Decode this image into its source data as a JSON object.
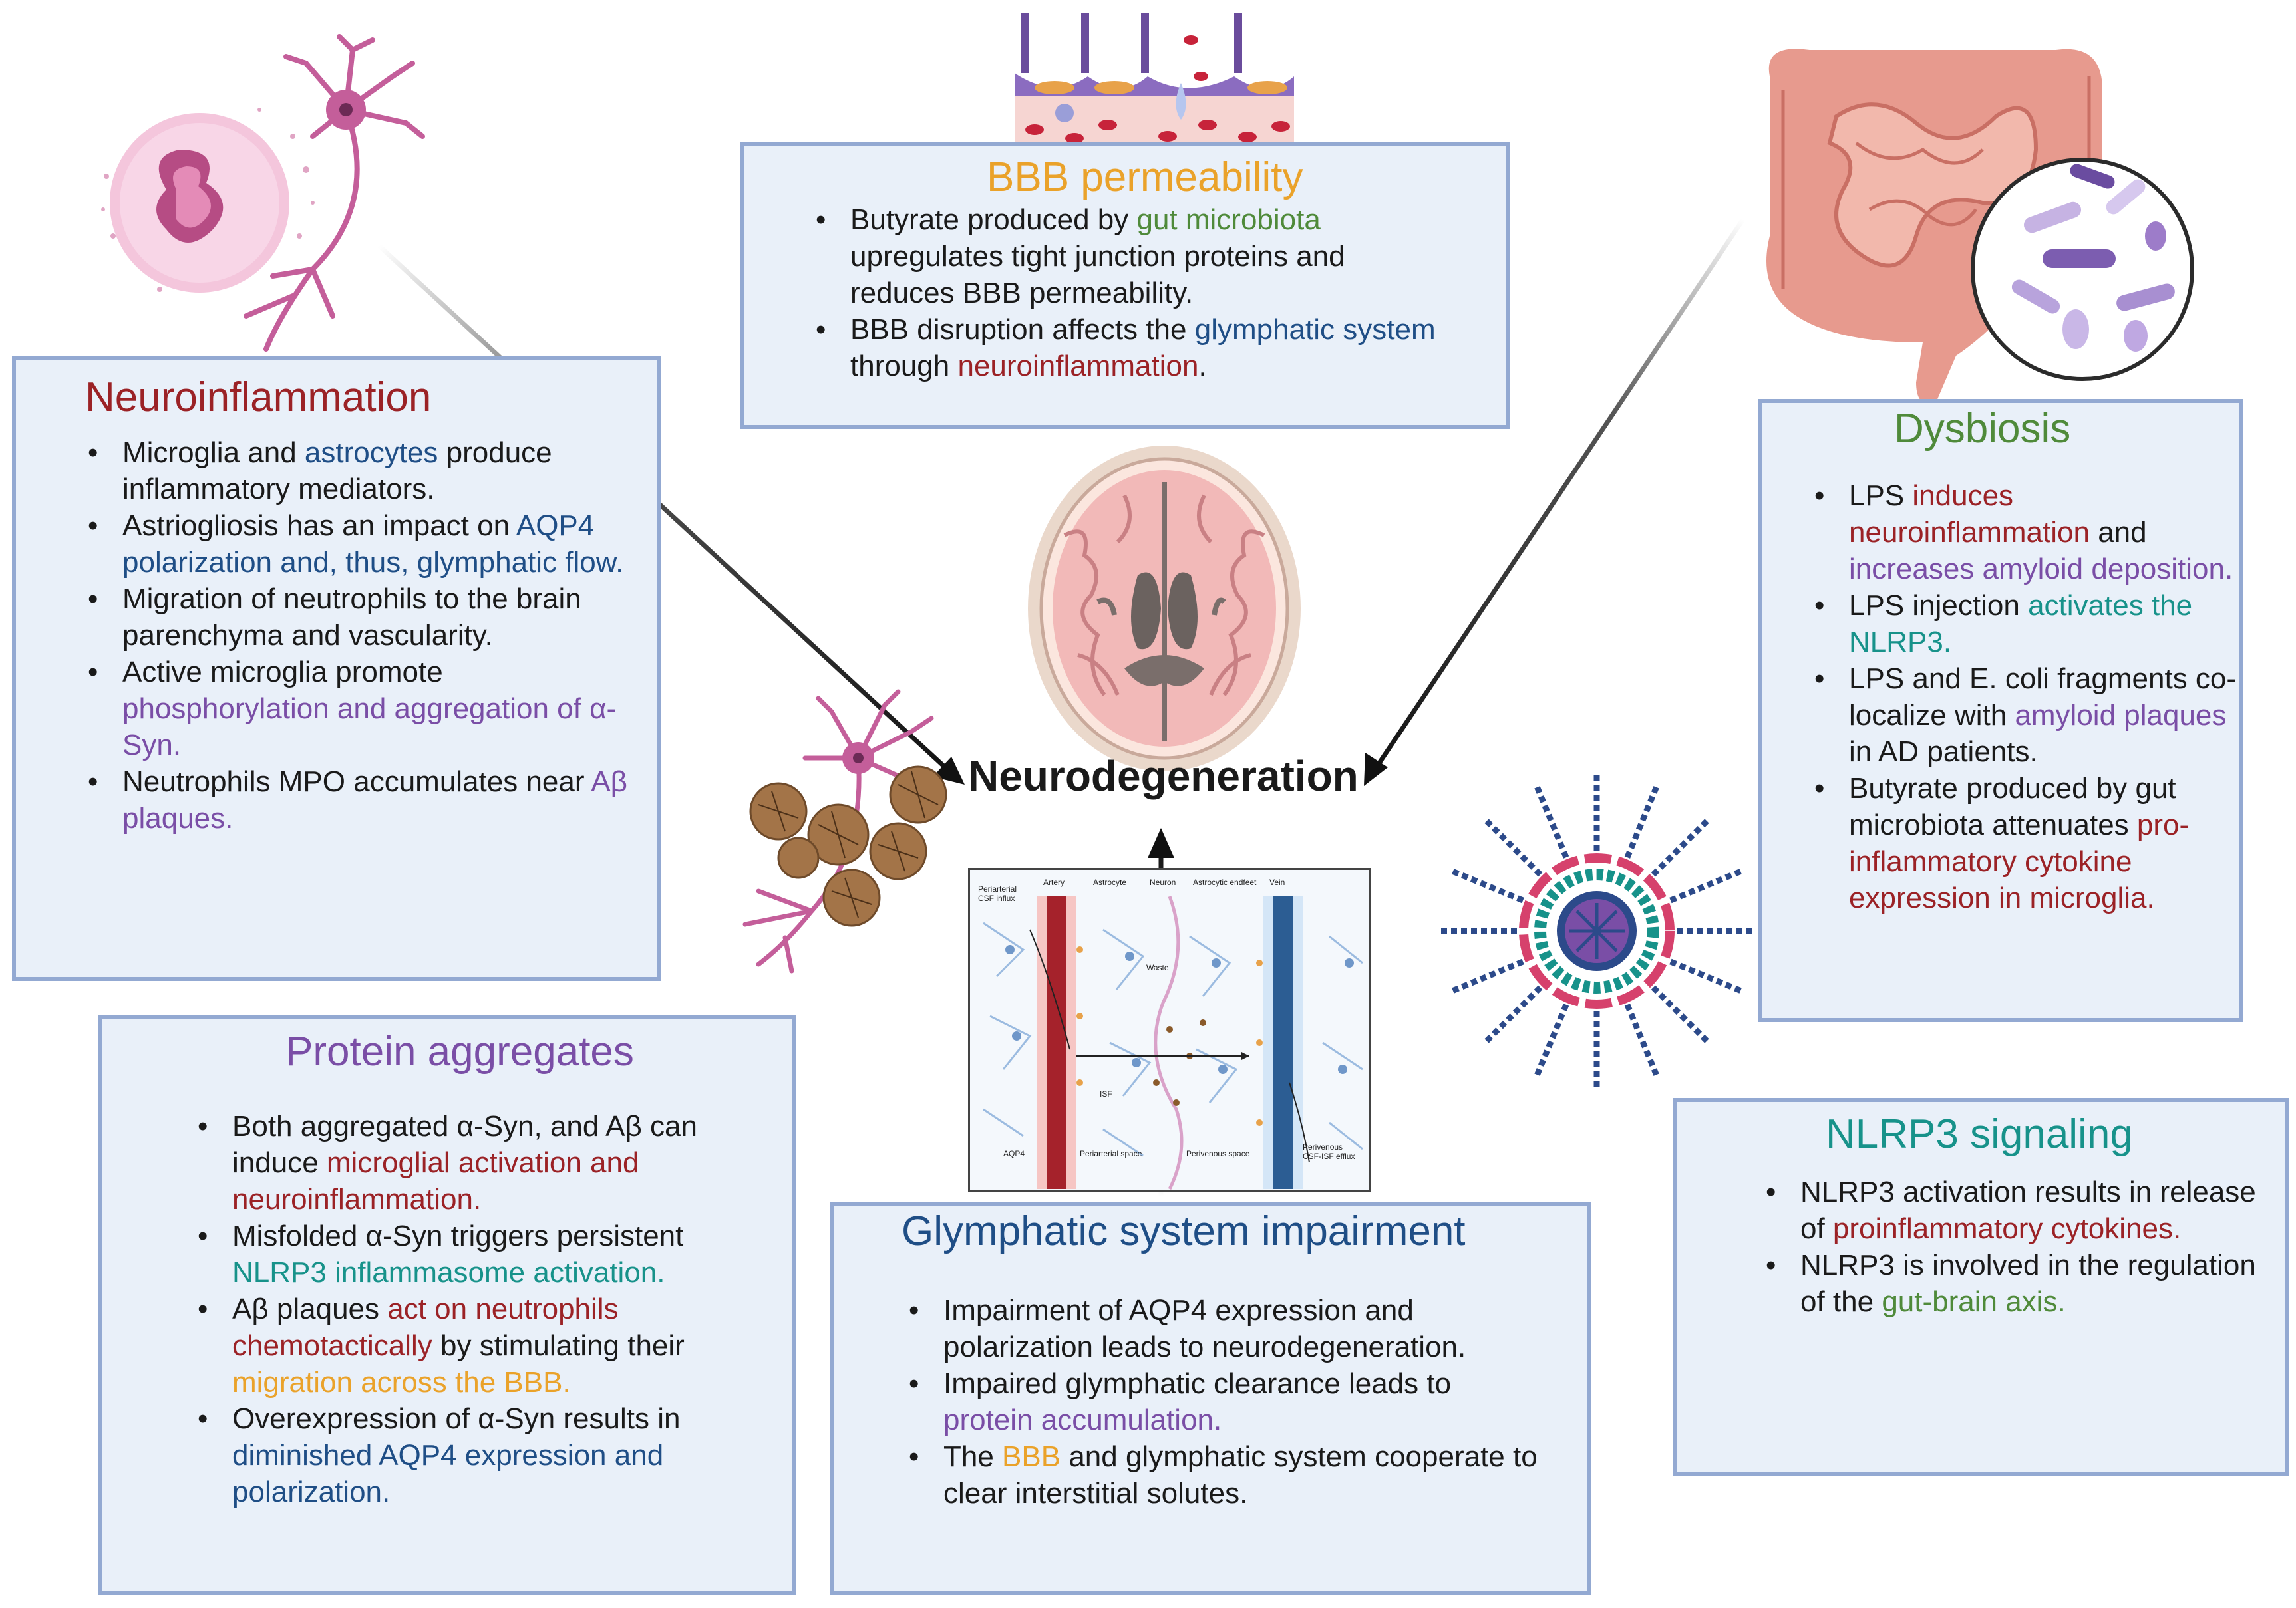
{
  "center": {
    "title": "Neurodegeneration"
  },
  "colors": {
    "panel_fill": "#e9f0f9",
    "panel_border": "#93a9d2",
    "red": "#9b2226",
    "blue": "#1f4e86",
    "purple": "#7a4ea6",
    "teal": "#17928a",
    "green": "#4f8a3a",
    "orange": "#eaa22a"
  },
  "bbb": {
    "title": "BBB permeability",
    "b1": {
      "s1": "Butyrate produced by ",
      "s2": "gut microbiota",
      "s3": " upregulates tight junction proteins and reduces BBB permeability."
    },
    "b2": {
      "s1": "BBB disruption affects the ",
      "s2": "glymphatic system",
      "s3": " through ",
      "s4": "neuroinflammation",
      "s5": "."
    }
  },
  "neuroinflammation": {
    "title": "Neuroinflammation",
    "b1": {
      "s1": "Microglia and ",
      "s2": "astrocytes",
      "s3": " produce inflammatory mediators."
    },
    "b2": {
      "s1": "Astriogliosis has an impact on ",
      "s2": "AQP4 polarization and, thus, glymphatic flow."
    },
    "b3": {
      "s1": "Migration of neutrophils to the brain parenchyma and vascularity."
    },
    "b4": {
      "s1": "Active microglia promote ",
      "s2": "phosphorylation and aggregation of α-Syn."
    },
    "b5": {
      "s1": "Neutrophils MPO accumulates near ",
      "s2": "Aβ plaques."
    }
  },
  "dysbiosis": {
    "title": "Dysbiosis",
    "b1": {
      "s1": "LPS ",
      "s2": "induces neuroinflammation",
      "s3": " and ",
      "s4": "increases amyloid deposition."
    },
    "b2": {
      "s1": "LPS injection ",
      "s2": "activates the NLRP3."
    },
    "b3": {
      "s1": "LPS and E. coli fragments co-localize with ",
      "s2": "amyloid plaques",
      "s3": " in AD patients."
    },
    "b4": {
      "s1": "Butyrate produced by gut microbiota attenuates ",
      "s2": "pro-inflammatory cytokine expression in microglia."
    }
  },
  "protein": {
    "title": "Protein aggregates",
    "b1": {
      "s1": "Both aggregated α-Syn, and Aβ can induce ",
      "s2": "microglial activation and neuroinflammation."
    },
    "b2": {
      "s1": "Misfolded α-Syn triggers persistent ",
      "s2": "NLRP3 inflammasome activation."
    },
    "b3": {
      "s1": "Aβ plaques ",
      "s2": "act on neutrophils chemotactically",
      "s3": " by stimulating their ",
      "s4": "migration across the BBB."
    },
    "b4": {
      "s1": "Overexpression of α-Syn results in ",
      "s2": "diminished AQP4 expression and polarization."
    }
  },
  "glymphatic": {
    "title": "Glymphatic system impairment",
    "b1": {
      "s1": "Impairment of AQP4 expression and polarization leads to neurodegeneration."
    },
    "b2": {
      "s1": "Impaired glymphatic clearance leads to ",
      "s2": "protein accumulation."
    },
    "b3": {
      "s1": "The ",
      "s2": "BBB",
      "s3": " and glymphatic system cooperate to clear interstitial solutes."
    }
  },
  "nlrp3": {
    "title": "NLRP3 signaling",
    "b1": {
      "s1": "NLRP3 activation results in release of ",
      "s2": "proinflammatory cytokines."
    },
    "b2": {
      "s1": "NLRP3 is involved in the regulation of the ",
      "s2": "gut-brain axis."
    }
  },
  "glymph_image": {
    "periarterial_influx": "Periarterial CSF influx",
    "artery": "Artery",
    "astrocyte": "Astrocyte",
    "neuron": "Neuron",
    "astrocytic_endfeet": "Astrocytic endfeet",
    "vein": "Vein",
    "waste": "Waste",
    "isf": "ISF",
    "aqp4": "AQP4",
    "periarterial_space": "Periarterial space",
    "perivenous_space": "Perivenous space",
    "perivenous_efflux": "Perivenous CSF-ISF efflux"
  }
}
